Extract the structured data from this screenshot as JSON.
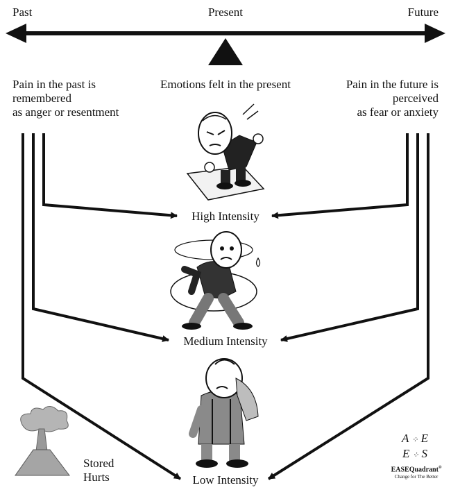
{
  "timeline": {
    "past": "Past",
    "present": "Present",
    "future": "Future"
  },
  "descriptions": {
    "past": [
      "Pain in the past is",
      "remembered",
      "as anger or resentment"
    ],
    "present": "Emotions felt in the present",
    "future": [
      "Pain in the future is",
      "perceived",
      "as fear or anxiety"
    ]
  },
  "levels": {
    "high": "High Intensity",
    "medium": "Medium Intensity",
    "low": "Low Intensity"
  },
  "stored_hurts": [
    "Stored",
    "Hurts"
  ],
  "logo": {
    "letters": [
      "A",
      "E",
      "E",
      "S"
    ],
    "name": "EASEQuadrant",
    "mark": "®",
    "tagline": "Change for The Better"
  },
  "colors": {
    "ink": "#111111",
    "figure_gray": "#8a8a8a",
    "cloud_gray": "#b5b5b5"
  }
}
